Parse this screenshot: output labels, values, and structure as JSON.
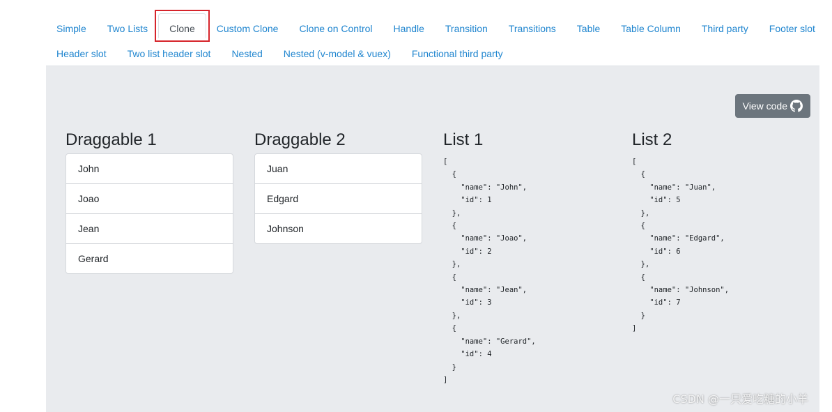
{
  "tabs": {
    "row1": [
      "Simple",
      "Two Lists",
      "Clone",
      "Custom Clone",
      "Clone on Control",
      "Handle",
      "Transition",
      "Transitions",
      "Table",
      "Table Column",
      "Third party",
      "Footer slot"
    ],
    "row2": [
      "Header slot",
      "Two list header slot",
      "Nested",
      "Nested (v-model & vuex)",
      "Functional third party"
    ],
    "active": "Clone",
    "highlight_color": "#d6242b",
    "link_color": "#1f85cf"
  },
  "toolbar": {
    "view_code_label": "View code",
    "view_code_icon": "github-icon"
  },
  "columns": {
    "draggable1": {
      "title": "Draggable 1",
      "items": [
        "John",
        "Joao",
        "Jean",
        "Gerard"
      ]
    },
    "draggable2": {
      "title": "Draggable 2",
      "items": [
        "Juan",
        "Edgard",
        "Johnson"
      ]
    },
    "list1": {
      "title": "List 1",
      "json": "[\n  {\n    \"name\": \"John\",\n    \"id\": 1\n  },\n  {\n    \"name\": \"Joao\",\n    \"id\": 2\n  },\n  {\n    \"name\": \"Jean\",\n    \"id\": 3\n  },\n  {\n    \"name\": \"Gerard\",\n    \"id\": 4\n  }\n]"
    },
    "list2": {
      "title": "List 2",
      "json": "[\n  {\n    \"name\": \"Juan\",\n    \"id\": 5\n  },\n  {\n    \"name\": \"Edgard\",\n    \"id\": 6\n  },\n  {\n    \"name\": \"Johnson\",\n    \"id\": 7\n  }\n]"
    }
  },
  "watermark": "CSDN @一只爱吃糖的小羊"
}
